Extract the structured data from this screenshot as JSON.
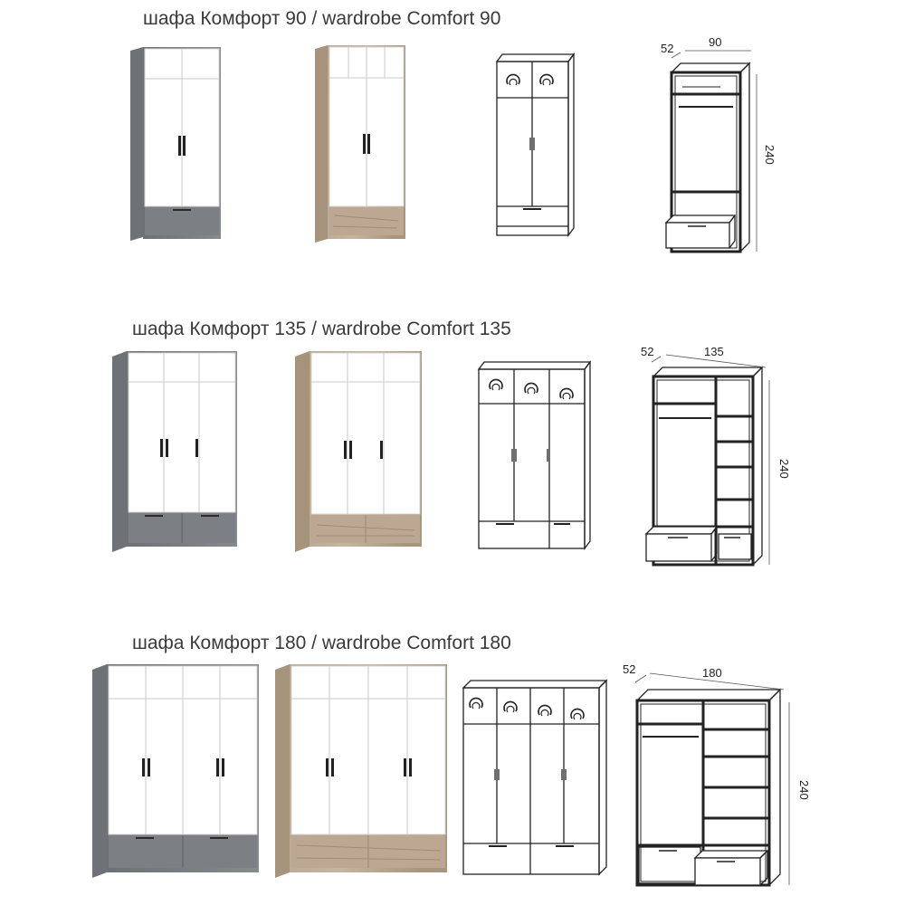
{
  "sections": [
    {
      "title": "шафа Комфорт 90 / wardrobe Comfort 90",
      "variants": [
        {
          "name": "graphite-white",
          "body_color": "#7b7e82",
          "front_color": "#ffffff"
        },
        {
          "name": "oak-white",
          "body_color": "#b6a38c",
          "front_color": "#ffffff"
        },
        {
          "name": "front-line-drawing"
        },
        {
          "name": "interior-line-drawing"
        }
      ],
      "dimensions": {
        "depth": "52",
        "width": "90",
        "height": "240"
      }
    },
    {
      "title": "шафа Комфорт 135 / wardrobe Comfort 135",
      "variants": [
        {
          "name": "graphite-white",
          "body_color": "#7b7e82",
          "front_color": "#ffffff"
        },
        {
          "name": "oak-white",
          "body_color": "#b6a38c",
          "front_color": "#ffffff"
        },
        {
          "name": "front-line-drawing"
        },
        {
          "name": "interior-line-drawing"
        }
      ],
      "dimensions": {
        "depth": "52",
        "width": "135",
        "height": "240"
      }
    },
    {
      "title": "шафа Комфорт 180 / wardrobe Comfort 180",
      "variants": [
        {
          "name": "graphite-white",
          "body_color": "#7b7e82",
          "front_color": "#ffffff"
        },
        {
          "name": "oak-white",
          "body_color": "#b6a38c",
          "front_color": "#ffffff"
        },
        {
          "name": "front-line-drawing"
        },
        {
          "name": "interior-line-drawing"
        }
      ],
      "dimensions": {
        "depth": "52",
        "width": "180",
        "height": "240"
      }
    }
  ]
}
